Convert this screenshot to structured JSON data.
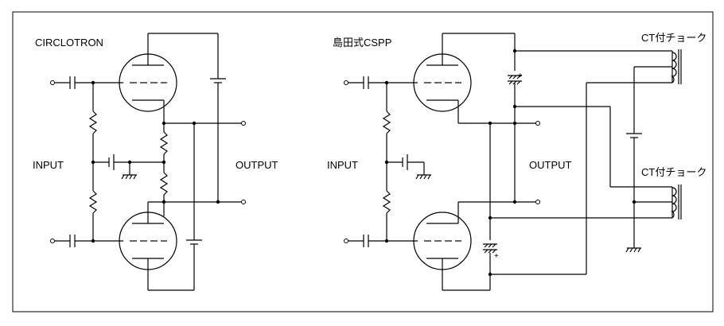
{
  "left_circuit": {
    "title": "CIRCLOTRON",
    "input_label": "INPUT",
    "output_label": "OUTPUT"
  },
  "right_circuit": {
    "title": "島田式CSPP",
    "input_label": "INPUT",
    "output_label": "OUTPUT",
    "choke_top_label": "CT付チョーク",
    "choke_bottom_label": "CT付チョーク"
  },
  "colors": {
    "line": "#000000",
    "background": "#ffffff"
  }
}
